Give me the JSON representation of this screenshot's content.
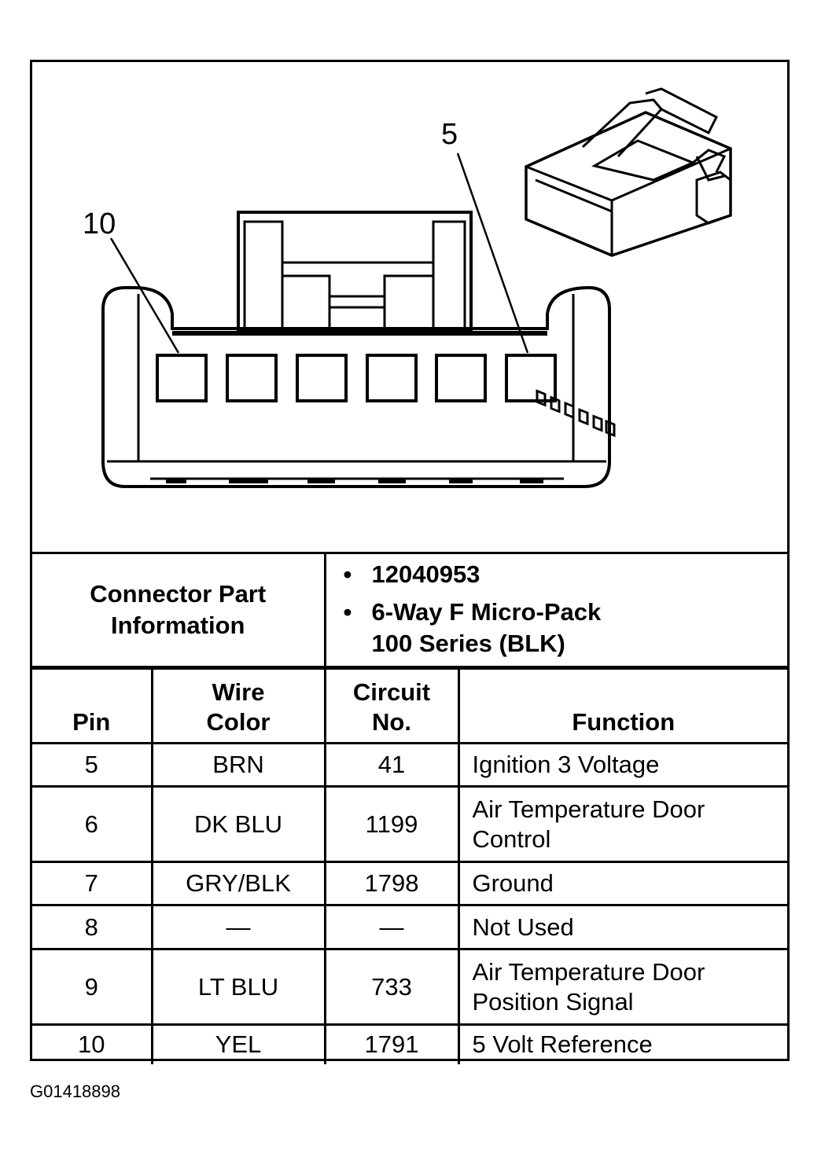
{
  "diagram": {
    "callouts": {
      "left_pin": "10",
      "right_pin": "5"
    }
  },
  "connector_info": {
    "label": "Connector Part Information",
    "items": [
      [
        "12040953"
      ],
      [
        "6-Way F Micro-Pack",
        "100 Series (BLK)"
      ]
    ]
  },
  "pin_table": {
    "headers": {
      "pin": "Pin",
      "wire_color": [
        "Wire",
        "Color"
      ],
      "circuit": [
        "Circuit",
        "No."
      ],
      "function": "Function"
    },
    "rows": [
      {
        "pin": "5",
        "color": "BRN",
        "circuit": "41",
        "function": [
          "Ignition 3 Voltage"
        ]
      },
      {
        "pin": "6",
        "color": "DK BLU",
        "circuit": "1199",
        "function": [
          "Air Temperature Door",
          "Control"
        ]
      },
      {
        "pin": "7",
        "color": "GRY/BLK",
        "circuit": "1798",
        "function": [
          "Ground"
        ]
      },
      {
        "pin": "8",
        "color": "—",
        "circuit": "—",
        "function": [
          "Not Used"
        ]
      },
      {
        "pin": "9",
        "color": "LT BLU",
        "circuit": "733",
        "function": [
          "Air Temperature Door",
          "Position Signal"
        ]
      },
      {
        "pin": "10",
        "color": "YEL",
        "circuit": "1791",
        "function": [
          "5 Volt Reference"
        ]
      }
    ]
  },
  "figure_id": "G01418898"
}
